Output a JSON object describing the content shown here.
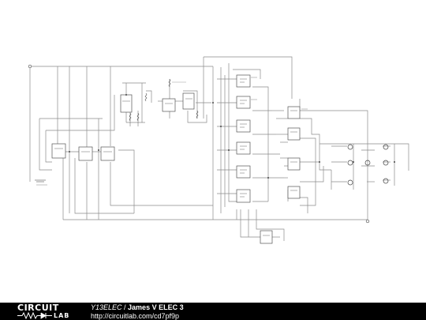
{
  "footer": {
    "logo_top": "CIRCUIT",
    "logo_bottom": "LAB",
    "author": "Y13ELEC",
    "separator": " / ",
    "project": "James V ELEC 3",
    "url": "http://circuitlab.com/cd7pf9p"
  },
  "colors": {
    "wire": "#7a7a7a",
    "component": "#555555",
    "footer_bg": "#000000",
    "footer_text": "#ffffff"
  }
}
